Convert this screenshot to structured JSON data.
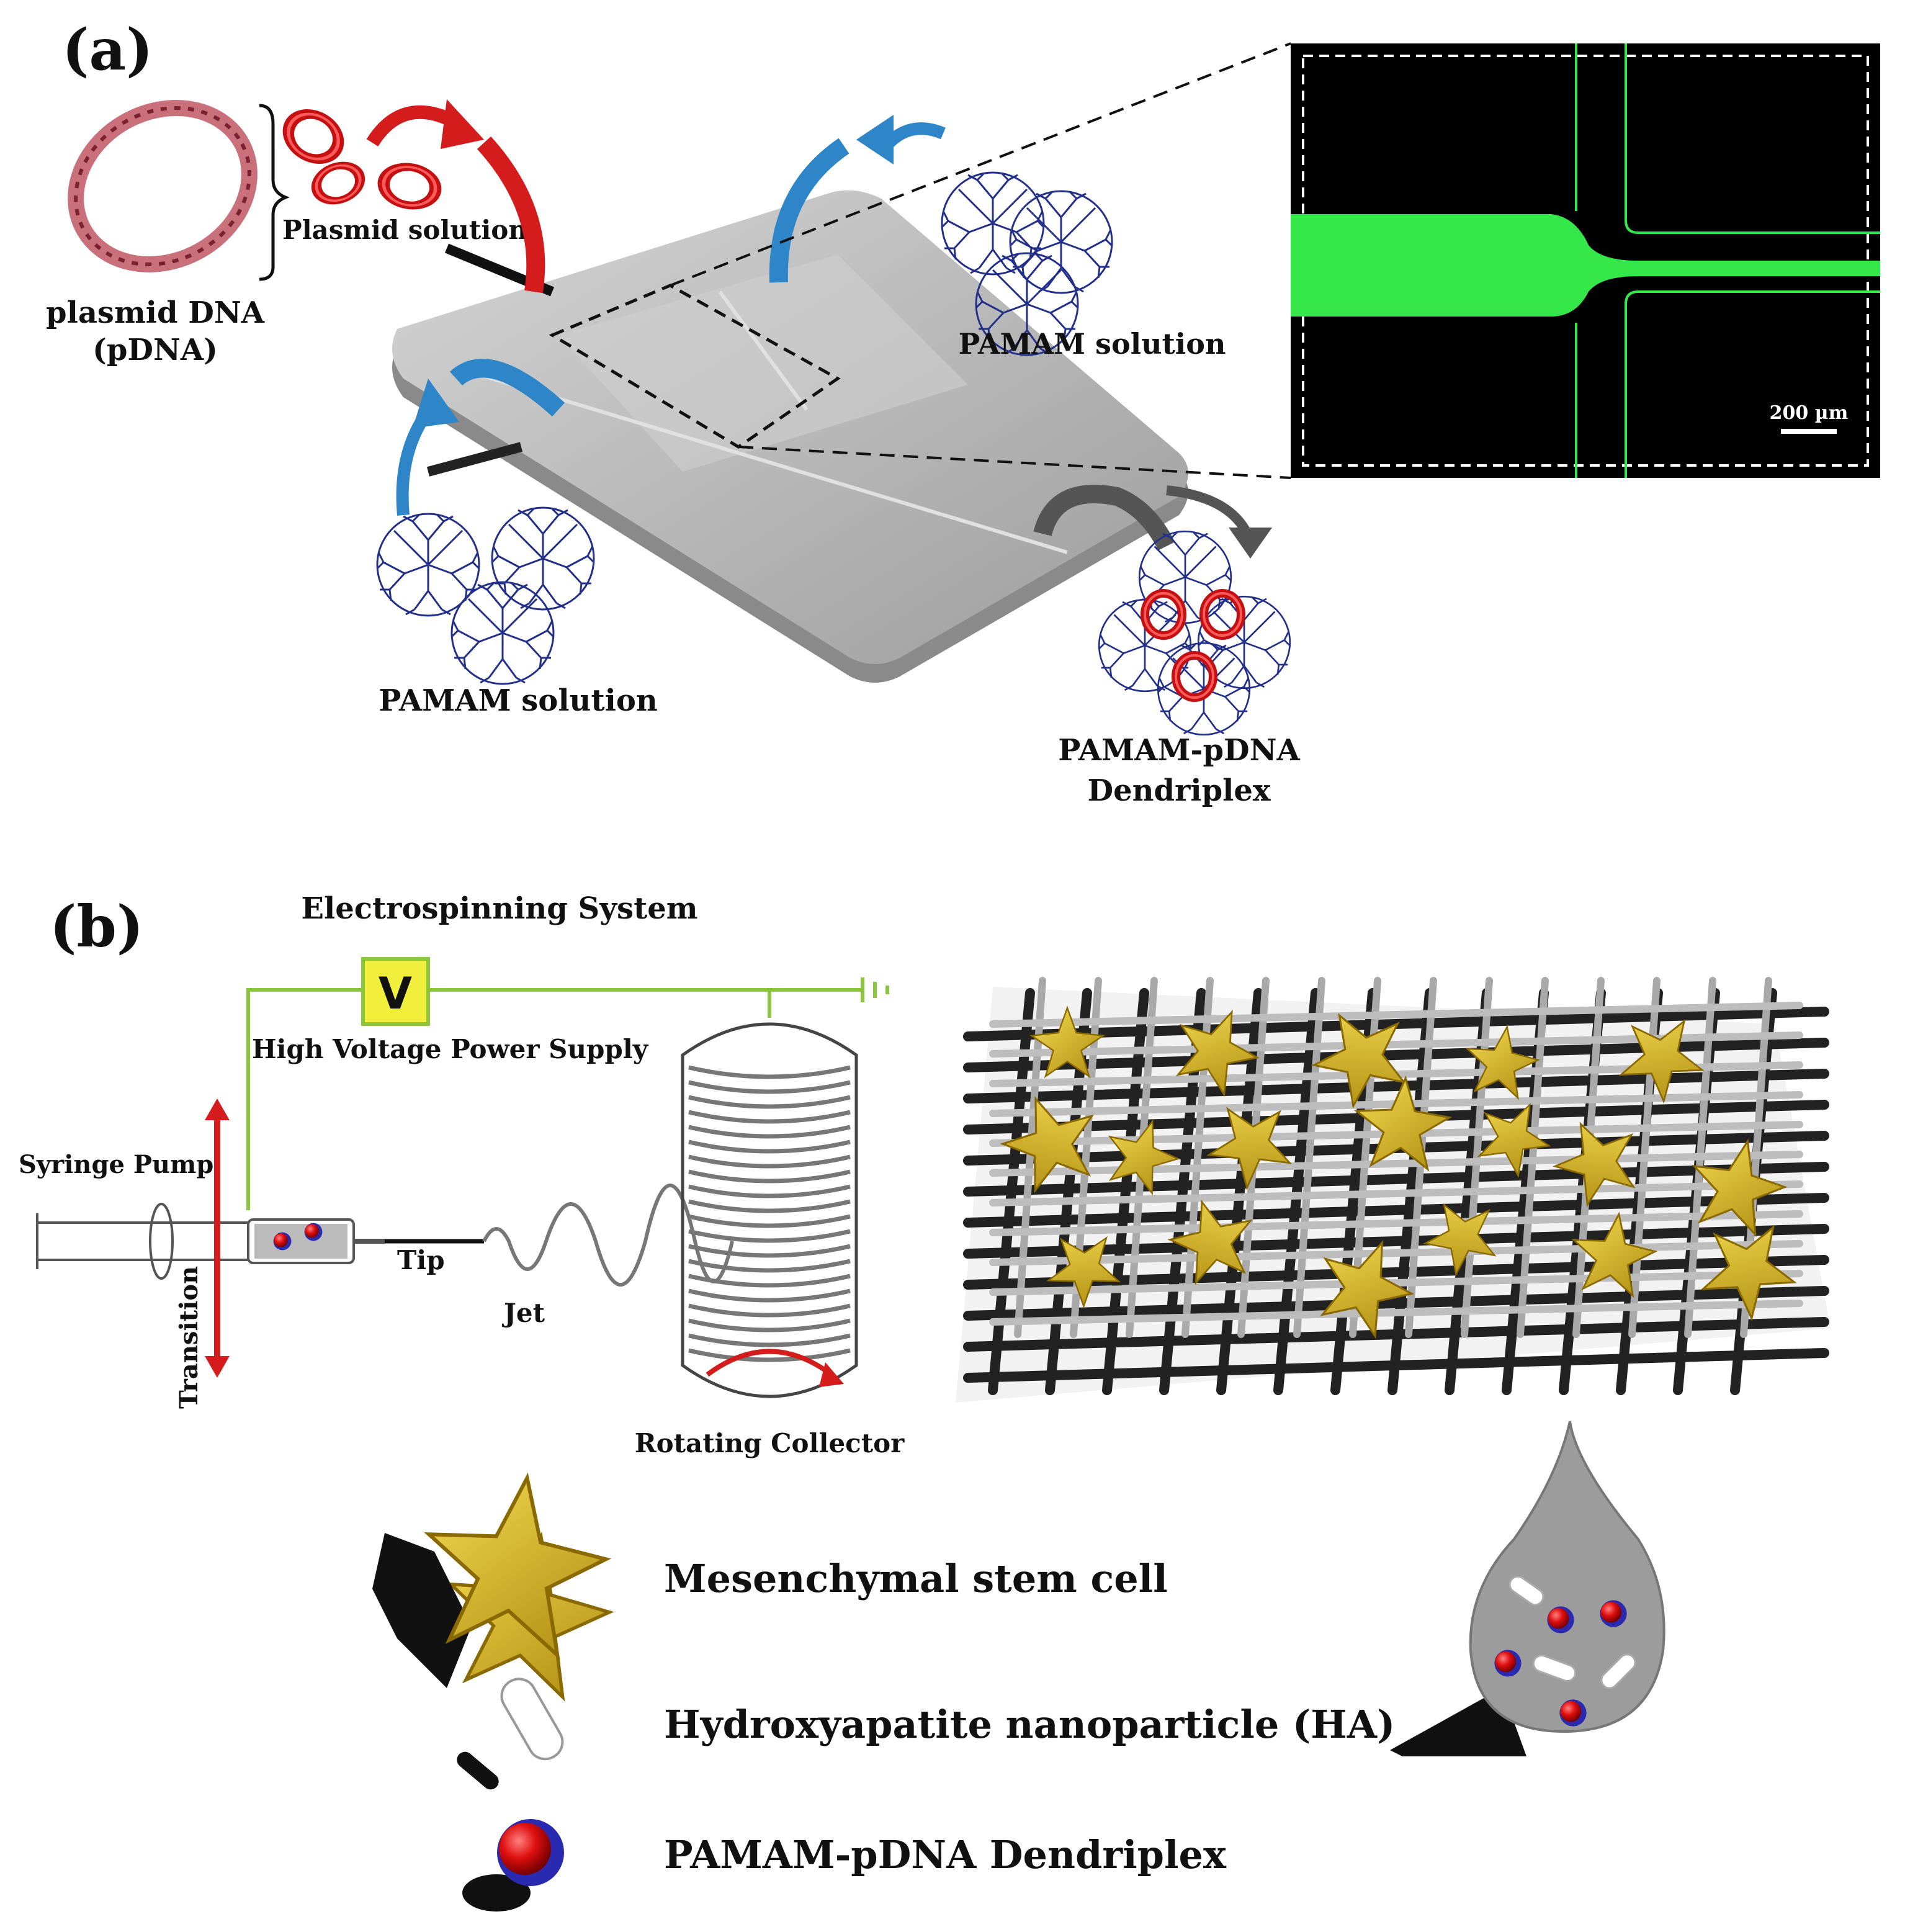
{
  "panel_a": {
    "label": "(a)",
    "plasmid_dna_label_line1": "plasmid DNA",
    "plasmid_dna_label_line2": "(pDNA)",
    "plasmid_solution_label": "Plasmid solution",
    "pamam_solution_top_label": "PAMAM solution",
    "pamam_solution_bottom_label": "PAMAM solution",
    "dendriplex_label_line1": "PAMAM-pDNA",
    "dendriplex_label_line2": "Dendriplex",
    "scale_bar_label": "200 µm"
  },
  "panel_b": {
    "label": "(b)",
    "system_title": "Electrospinning System",
    "voltage_symbol": "V",
    "power_supply_label": "High Voltage Power Supply",
    "syringe_pump_label": "Syringe Pump",
    "transition_label": "Transition",
    "tip_label": "Tip",
    "jet_label": "Jet",
    "collector_label": "Rotating Collector"
  },
  "legend": {
    "msc_label": "Mesenchymal stem cell",
    "ha_label": "Hydroxyapatite nanoparticle (HA)",
    "dendriplex_label": "PAMAM-pDNA Dendriplex"
  },
  "colors": {
    "plasmid_red": "#d41c1c",
    "tube_blue": "#2e86c8",
    "dendrimer_blue": "#23308a",
    "fluorescence_green": "#35e84a",
    "circuit_green": "#8cc63f",
    "cell_yellow": "#e6c020",
    "chip_gray": "#b7b7b7"
  }
}
